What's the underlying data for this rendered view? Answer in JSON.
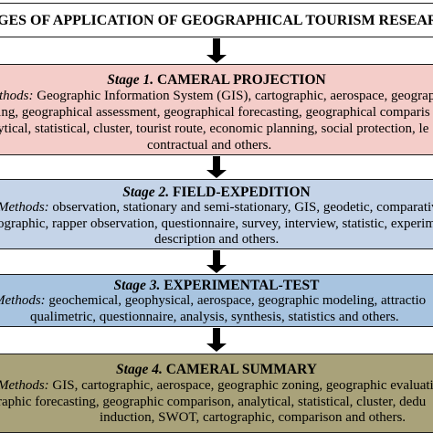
{
  "header": {
    "text": "GES OF APPLICATION OF GEOGRAPHICAL TOURISM RESEARCH METH"
  },
  "colors": {
    "stage1": "#f4cdc9",
    "stage2": "#c5d4e8",
    "stage3": "#a8c4e0",
    "stage4": "#a9a27a"
  },
  "stages": [
    {
      "label": "Stage 1.",
      "name": "CAMERAL PROJECTION",
      "methods_prefix": "thods:",
      "lines": [
        "Geographic Information System (GIS), cartographic, aerospace, geograp",
        "ting, geographical assessment, geographical forecasting, geographical comparis",
        "lytical, statistical, cluster, tourist route, economic planning, social protection, le",
        "contractual and others."
      ]
    },
    {
      "label": "Stage 2.",
      "name": "FIELD-EXPEDITION",
      "methods_prefix": "Methods:",
      "lines": [
        "observation, stationary and semi-stationary, GIS, geodetic, comparativ",
        "ographic, rapper observation, questionnaire, survey, interview, statistic, experim",
        "description and others."
      ]
    },
    {
      "label": "Stage 3.",
      "name": "EXPERIMENTAL-TEST",
      "methods_prefix": "Methods:",
      "lines": [
        "geochemical, geophysical, aerospace, geographic modeling, attractio",
        "qualimetric, questionnaire, analysis, synthesis, statistics and others."
      ]
    },
    {
      "label": "Stage 4.",
      "name": "CAMERAL SUMMARY",
      "methods_prefix": "Methods:",
      "lines": [
        "GIS, cartographic, aerospace, geographic zoning, geographic evaluati",
        "raphic forecasting, geographic comparison, analytical, statistical, cluster, dedu",
        "induction, SWOT, cartographic, comparison and others."
      ]
    }
  ]
}
